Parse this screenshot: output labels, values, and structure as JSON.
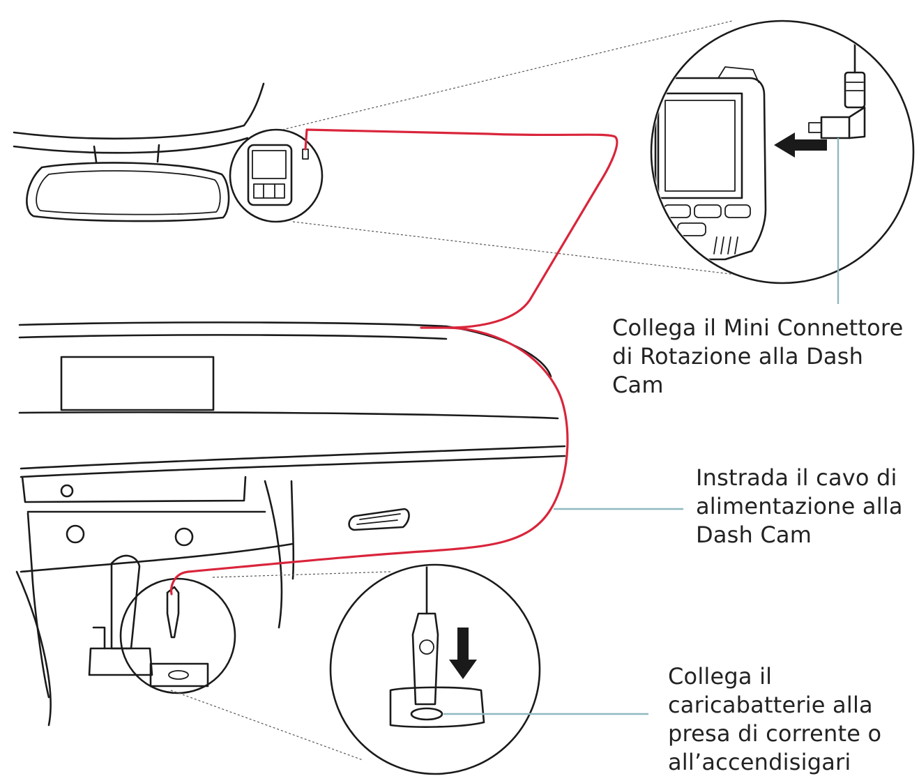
{
  "callouts": {
    "connect_camera": {
      "lines": [
        "Collega il Mini Connettore",
        "di Rotazione alla Dash",
        "Cam"
      ]
    },
    "route_cable": {
      "lines": [
        "Instrada il cavo di",
        "alimentazione alla",
        "Dash Cam"
      ]
    },
    "connect_charger": {
      "lines": [
        "Collega il",
        "caricabatterie alla",
        "presa di corrente o",
        "all’accendisigari"
      ]
    }
  },
  "colors": {
    "cable": "#d9253b",
    "leader": "#8fb9c0",
    "outline": "#1a1a1a"
  },
  "icons": {
    "camera_arrow": "arrow-left-icon",
    "charger_arrow": "arrow-down-icon"
  }
}
